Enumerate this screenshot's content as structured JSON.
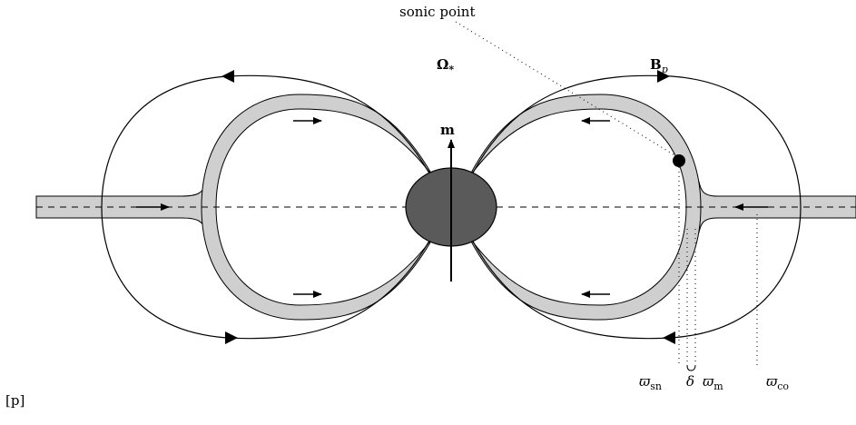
{
  "colors": {
    "flow_fill": "#cfcfcf",
    "star_fill": "#5a5a5a",
    "line": "#000000",
    "background": "#ffffff"
  },
  "labels": {
    "sonic_point": "sonic point",
    "omega_main": "Ω",
    "omega_sub": "*",
    "bfield_main": "B",
    "bfield_sub": "p",
    "moment": "m",
    "varpi_sn_main": "ϖ",
    "varpi_sn_sub": "sn",
    "delta": "δ",
    "varpi_m_main": "ϖ",
    "varpi_m_sub": "m",
    "varpi_co_main": "ϖ",
    "varpi_co_sub": "co"
  },
  "page_note": "[p]",
  "icons": {
    "flow_arrow": "arrow-icon",
    "field_arrow": "triangle-arrow-icon",
    "sonic_point": "filled-circle-icon"
  }
}
